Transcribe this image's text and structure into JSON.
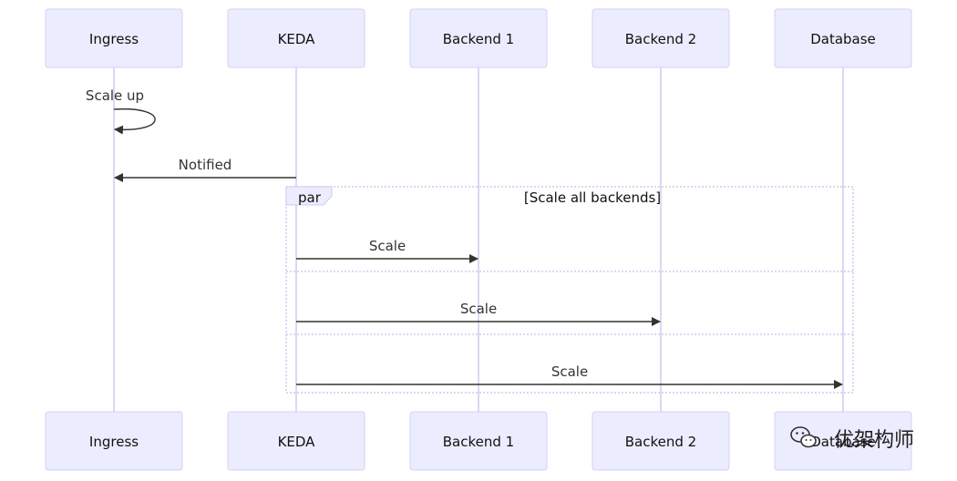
{
  "actors": [
    "Ingress",
    "KEDA",
    "Backend 1",
    "Backend 2",
    "Database"
  ],
  "messages": [
    {
      "from": 0,
      "to": 0,
      "label": "Scale up",
      "self": true
    },
    {
      "from": 1,
      "to": 0,
      "label": "Notified"
    },
    {
      "from": 1,
      "to": 2,
      "label": "Scale"
    },
    {
      "from": 1,
      "to": 3,
      "label": "Scale"
    },
    {
      "from": 1,
      "to": 4,
      "label": "Scale"
    }
  ],
  "par_block": {
    "keyword": "par",
    "condition": "[Scale all backends]"
  },
  "watermark": {
    "text": "优架构师",
    "icon": "wechat-icon"
  }
}
